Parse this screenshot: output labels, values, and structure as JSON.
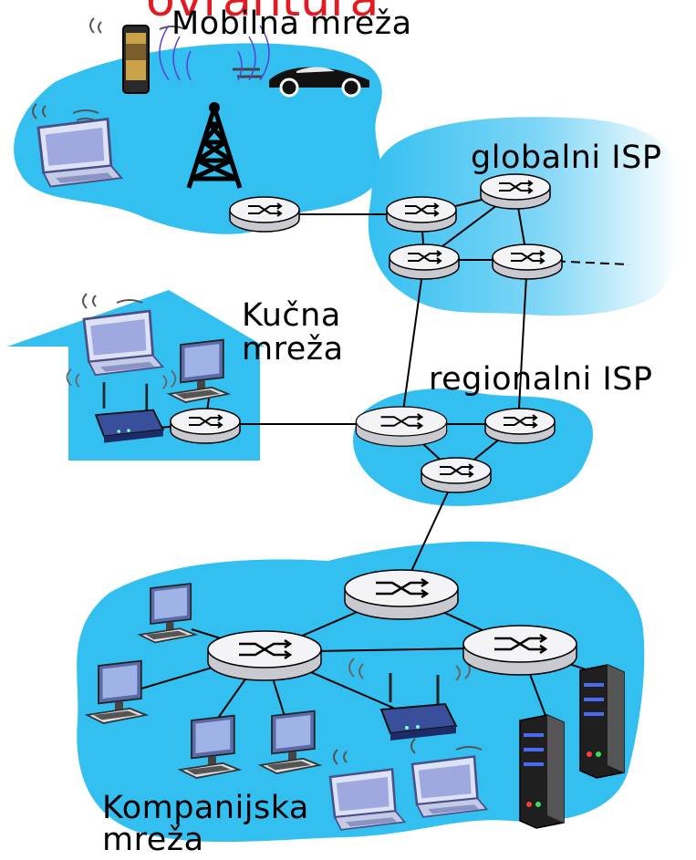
{
  "title_fragment": "ovrantura",
  "labels": {
    "mobile": "Mobilna mreža",
    "global_isp": "globalni ISP",
    "home_line1": "Kučna",
    "home_line2": "mreža",
    "regional_isp": "regionalni ISP",
    "company_line1": "Kompanijska",
    "company_line2": "mreža"
  },
  "colors": {
    "cloud": "#33bff0",
    "cloud_light": "#cfeefb",
    "router_top": "#f4f4f6",
    "router_side": "#c9c9d0",
    "link": "#000000",
    "title": "#e21b22"
  }
}
